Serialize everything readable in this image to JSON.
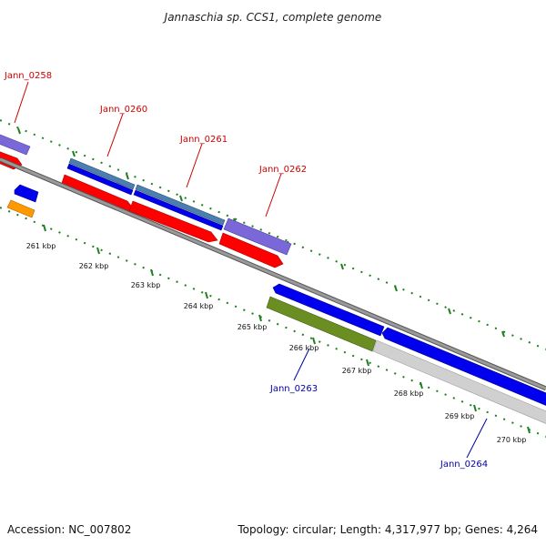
{
  "title": "Jannaschia sp. CCS1, complete genome",
  "footer": {
    "accession": "Accession: NC_007802",
    "summary": "Topology: circular; Length: 4,317,977 bp; Genes: 4,264"
  },
  "kbp_labels": [
    "261 kbp",
    "262 kbp",
    "263 kbp",
    "264 kbp",
    "265 kbp",
    "266 kbp",
    "267 kbp",
    "268 kbp",
    "269 kbp",
    "270 kbp"
  ],
  "gene_labels": {
    "jann_0258": "Jann_0258",
    "jann_0260": "Jann_0260",
    "jann_0261": "Jann_0261",
    "jann_0262": "Jann_0262",
    "jann_0263": "Jann_0263",
    "jann_0264": "Jann_0264"
  },
  "colors": {
    "forward_label": "#cc0000",
    "reverse_label": "#0000aa",
    "tick": "#1e7f1e",
    "backbone": "#8a8a8a",
    "cds_red": "#ff0000",
    "cds_blue": "#0000ee",
    "cds_purple": "#7b68d8",
    "cds_steel": "#4a7fb0",
    "cds_orange": "#ff9900",
    "cds_olive": "#6b8e23",
    "cds_grey": "#d0d0d0"
  }
}
